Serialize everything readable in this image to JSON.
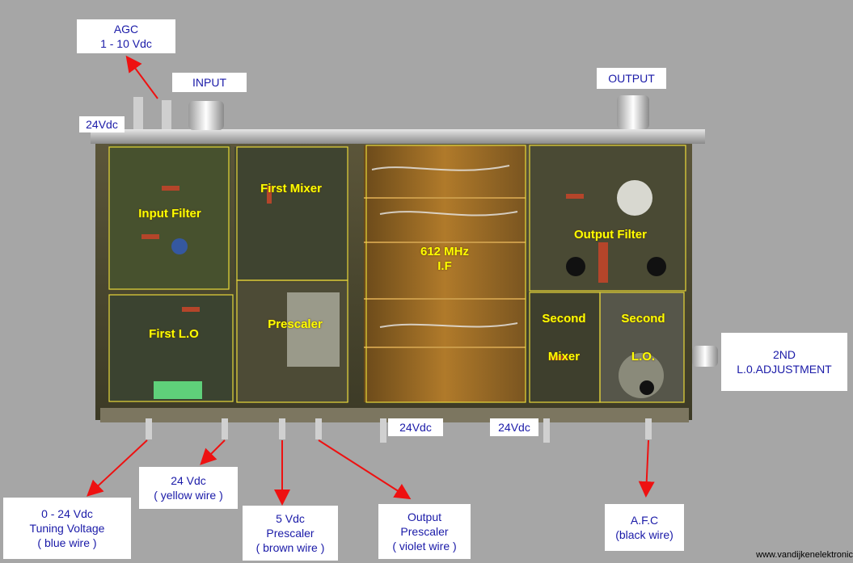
{
  "labels": {
    "agc": "AGC\n1 - 10 Vdc",
    "input": "INPUT",
    "output": "OUTPUT",
    "v24_top": "24Vdc",
    "lo_adjust": "2ND\nL.0.ADJUSTMENT",
    "v24_bottom_1": "24Vdc",
    "v24_bottom_2": "24Vdc",
    "tuning": "0 - 24 Vdc\nTuning Voltage\n( blue wire )",
    "yellow": "24 Vdc\n( yellow wire )",
    "prescaler_5v": "5 Vdc\nPrescaler\n( brown wire )",
    "output_prescaler": "Output\nPrescaler\n( violet wire )",
    "afc": "A.F.C\n(black wire)"
  },
  "sections": {
    "input_filter": "Input Filter",
    "first_mixer": "First Mixer",
    "if_612": "612 MHz\nI.F",
    "output_filter": "Output Filter",
    "first_lo": "First L.O",
    "prescaler": "Prescaler",
    "second_mixer_a": "Second",
    "second_mixer_b": "Mixer",
    "second_lo_a": "Second",
    "second_lo_b": "L.O."
  },
  "credit": "www.vandijkenelektronic",
  "colors": {
    "background": "#a6a6a6",
    "label_text": "#1a1aa8",
    "section_text": "#ffff00",
    "section_border": "#e8d83a",
    "arrow": "#ee1111",
    "pcb": "#4e4a2a",
    "cavity": "#8a5a1a"
  },
  "icons": [
    "arrow-icon",
    "rf-connector-icon",
    "pin-icon",
    "trimmer-knob-icon"
  ]
}
